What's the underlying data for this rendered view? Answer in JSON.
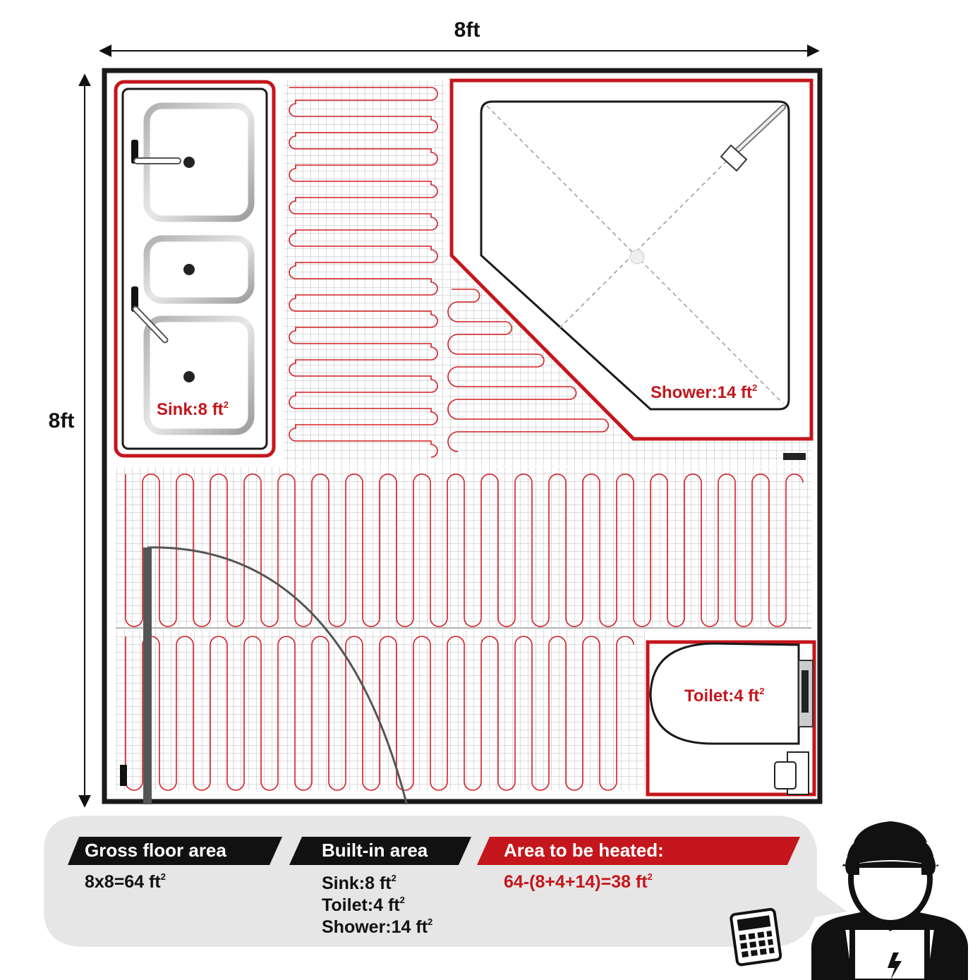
{
  "dimensions": {
    "width_label": "8ft",
    "height_label": "8ft"
  },
  "rooms": {
    "sink": {
      "label": "Sink:8 ft",
      "exp": "2"
    },
    "shower": {
      "label": "Shower:14 ft",
      "exp": "2"
    },
    "toilet": {
      "label": "Toilet:4 ft",
      "exp": "2"
    }
  },
  "info": {
    "gross": {
      "heading": "Gross floor area",
      "line": "8x8=64 ft",
      "exp": "2"
    },
    "builtin": {
      "heading": "Built-in area",
      "lines": [
        {
          "text": "Sink:8 ft",
          "exp": "2"
        },
        {
          "text": "Toilet:4 ft",
          "exp": "2"
        },
        {
          "text": "Shower:14 ft",
          "exp": "2"
        }
      ]
    },
    "heated": {
      "heading": "Area to be heated:",
      "line": "64-(8+4+14)=38 ft",
      "exp": "2"
    }
  },
  "colors": {
    "accent_red": "#c4161c",
    "wall": "#1a1a1a",
    "grid": "#b5b5b5",
    "panel": "#e6e6e6"
  },
  "icons": [
    "electrician-icon",
    "calculator-icon",
    "shower-head-icon",
    "toilet-icon",
    "sink-basin-icon",
    "door-swing-icon"
  ]
}
